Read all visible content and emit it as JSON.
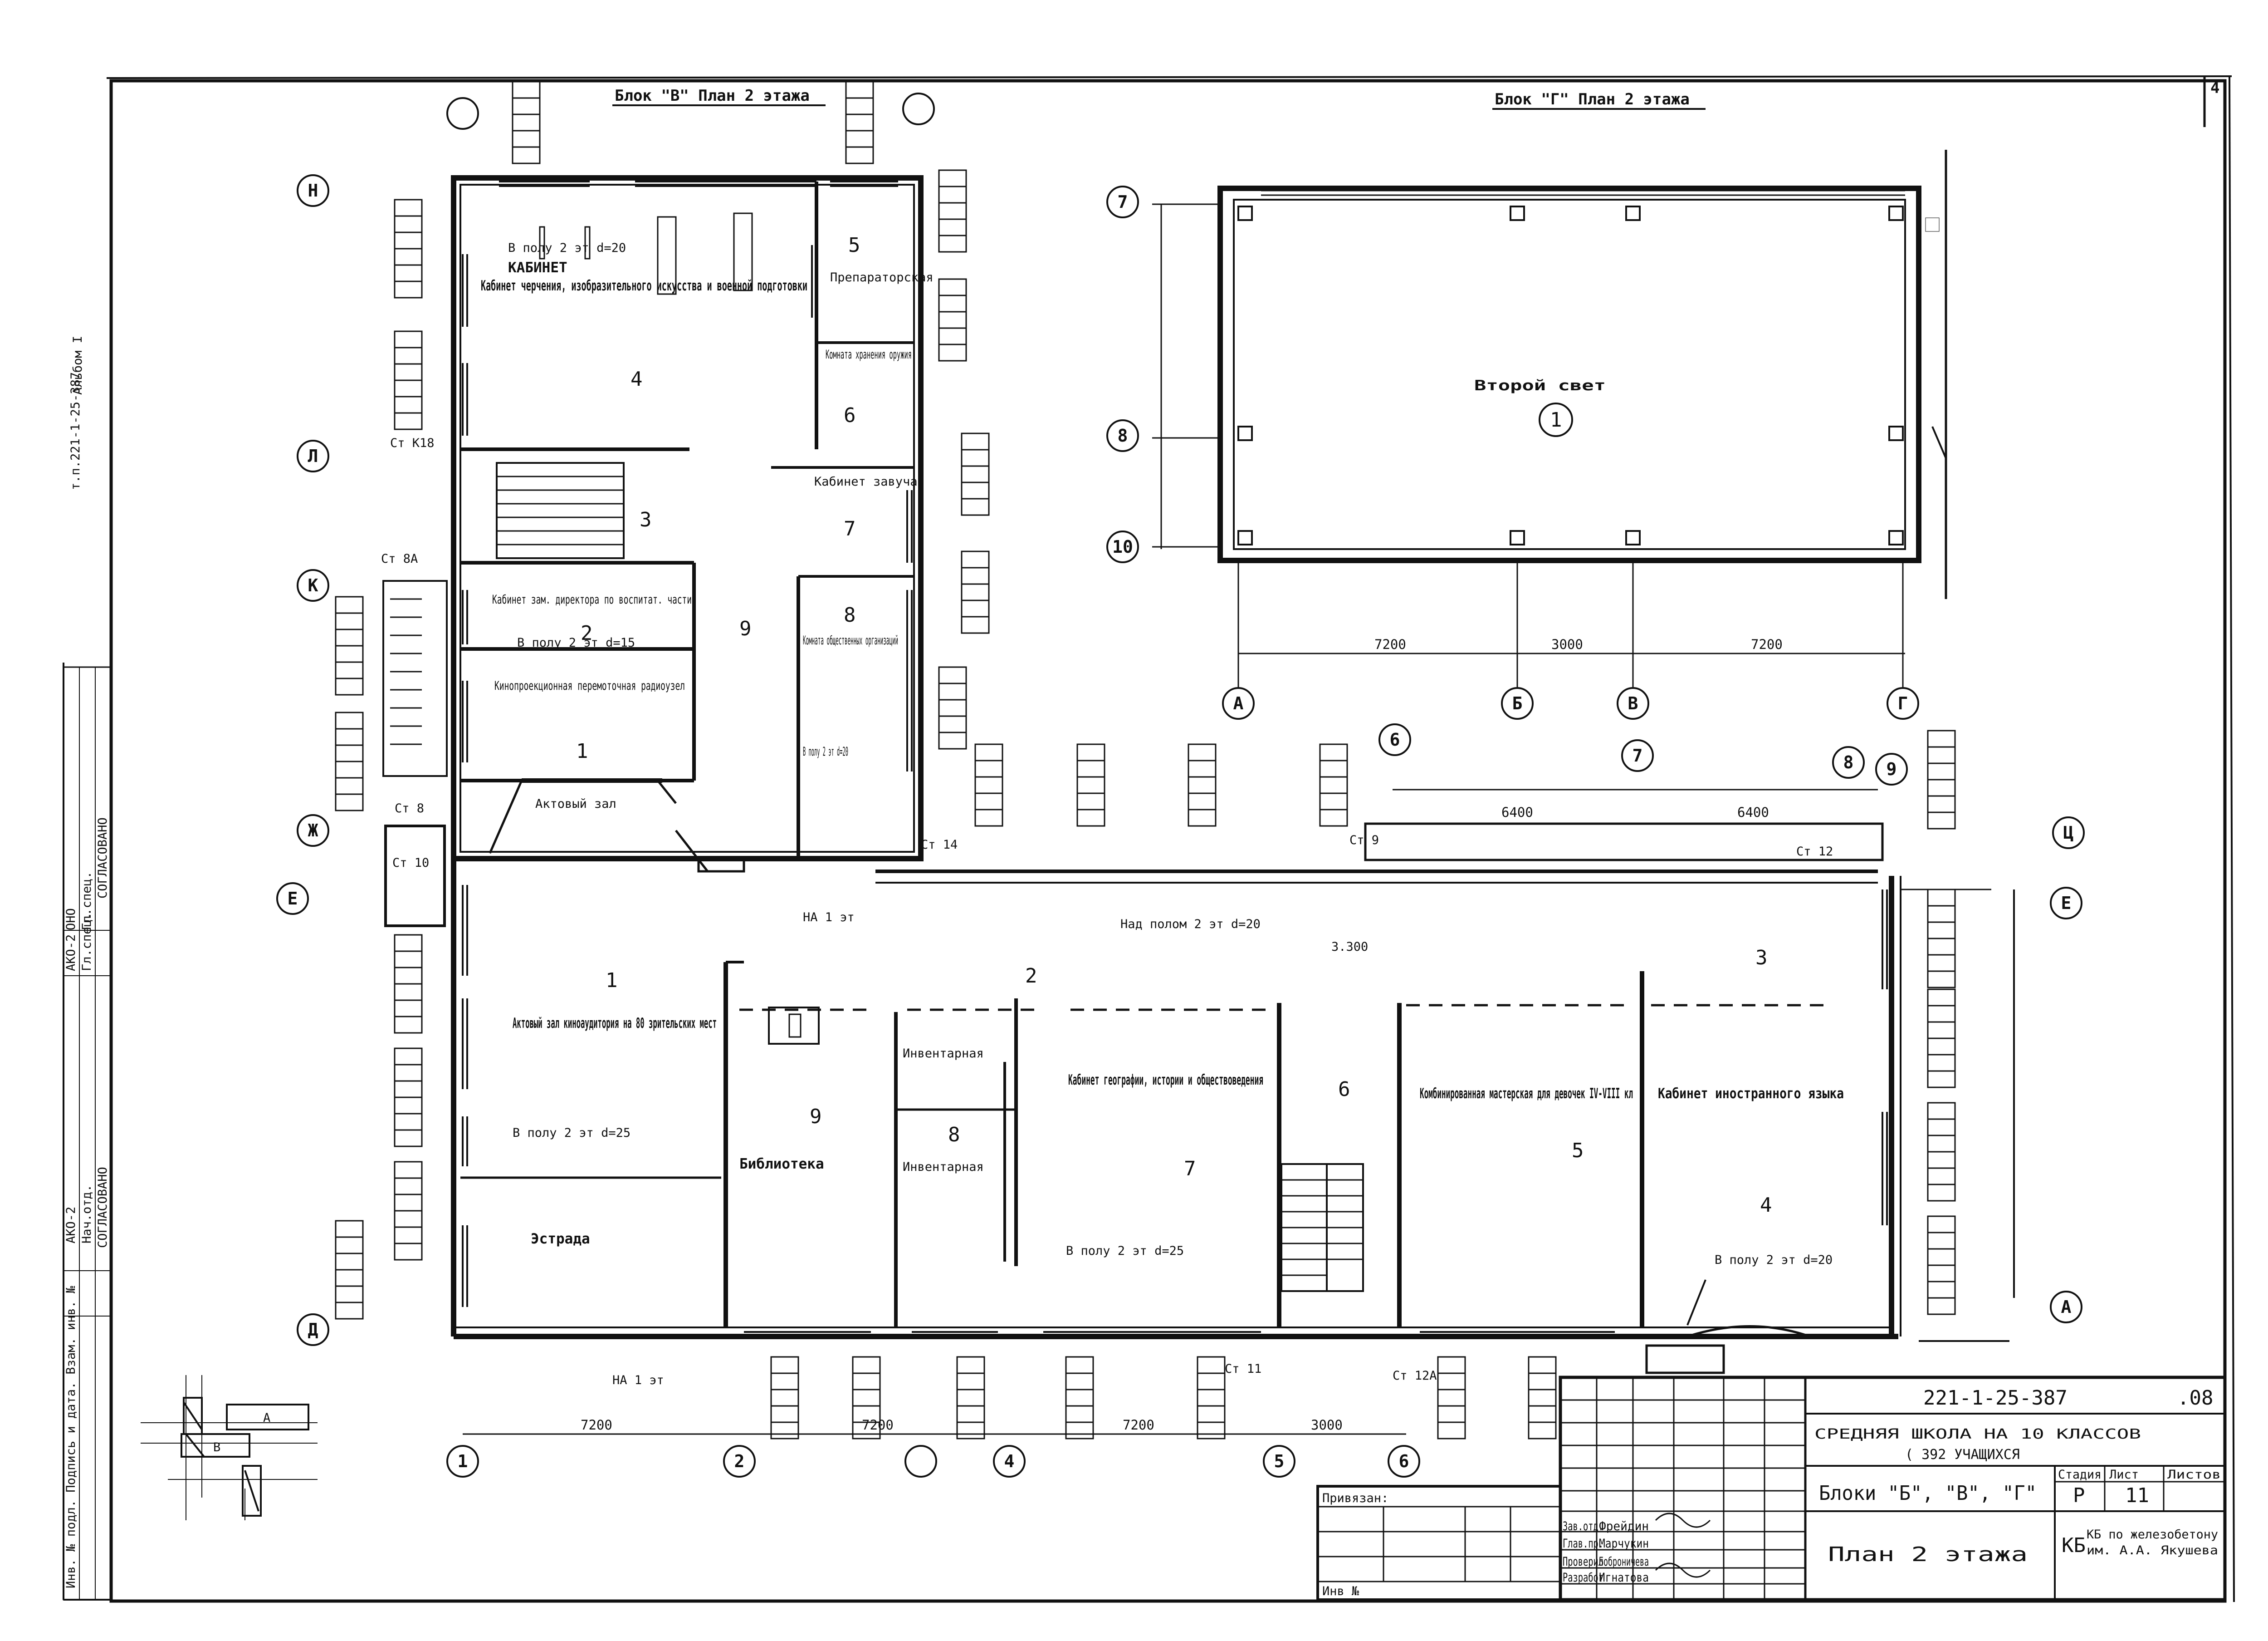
{
  "sheet": {
    "code": "221-1-25-387",
    "sheet_no": ".08",
    "corner_mark": "4",
    "side_code": "т.п.221-1-25-387",
    "side_sign": "Альбом I",
    "project_title_1": "СРЕДНЯЯ ШКОЛА НА 10 КЛАССОВ",
    "project_title_2": "( 392 УЧАЩИХСЯ",
    "blocks_title": "Блоки \"Б\", \"В\", \"Г\"",
    "plan_title": "План 2 этажа",
    "stage_header": "Стадия",
    "sheet_header": "Лист",
    "sheets_header": "Листов",
    "stage": "Р",
    "sheet_num": "11",
    "org_1": "КБ по железобетону",
    "org_2": "им. А.А. Якушева",
    "privyazan": "Привязан:",
    "inv": "Инв №",
    "signatures": [
      {
        "role": "Зав.отд.",
        "name": "Фрейдин"
      },
      {
        "role": "Глав.пр.",
        "name": "Марчукин"
      },
      {
        "role": "Проверил",
        "name": "Боброничева"
      },
      {
        "role": "Разработ",
        "name": "Игнатова"
      }
    ],
    "approval_1": "СОГЛАСОВАНО",
    "approval_2": "СОГЛАСОВАНО",
    "approval_rows": [
      "АКО-2",
      "АКО-2",
      "ОНО"
    ],
    "approval_roles": [
      "Нач.отд.",
      "Гл.спец.",
      "Гл.спец."
    ],
    "approval_col": "Инв. № подл. Подпись и дата. Взам. инв. №"
  },
  "block_b": {
    "title": "Блок \"В\" План 2 этажа",
    "rooms": [
      {
        "num": "4",
        "name": "Кабинет черчения, изобразительного искусства и военной подготовки"
      },
      {
        "num": "5",
        "name": "Препараторская"
      },
      {
        "num": "6",
        "name": "Комната хранения оружия"
      },
      {
        "num": "3",
        "name": ""
      },
      {
        "num": "7",
        "name": "Кабинет завуча"
      },
      {
        "num": "2",
        "name": "Кабинет зам. директора по воспитат. части"
      },
      {
        "num": "9",
        "name": ""
      },
      {
        "num": "8",
        "name": "Комната общественных организаций"
      },
      {
        "num": "1",
        "name": "Кинопроекционная перемоточная радиоузел"
      }
    ],
    "notes": [
      "В полу 2 эт d=20",
      "В полу 2 эт d=15",
      "В полу 2 эт d=20",
      "Актовый зал",
      "Ст К18",
      "Ст 8А",
      "Ст 8",
      "Ст 10",
      "Ст 14"
    ]
  },
  "block_g": {
    "title": "Блок \"Г\" План 2 этажа",
    "room": {
      "num": "1",
      "name": "Второй свет"
    },
    "dims": [
      "7200",
      "3000",
      "7200"
    ],
    "axes_bottom": [
      "А",
      "Б",
      "В",
      "Г"
    ],
    "axes_left": [
      "7",
      "8",
      "10"
    ]
  },
  "block_b_main": {
    "rooms": [
      {
        "num": "1",
        "name": "Актовый зал киноаудитория на 80 зрительских мест"
      },
      {
        "num": "",
        "name": "Эстрада"
      },
      {
        "num": "9",
        "name": "Библиотека"
      },
      {
        "num": "8",
        "name": "Инвентарная"
      },
      {
        "num": "",
        "name": "Инвентарная"
      },
      {
        "num": "7",
        "name": "Кабинет географии, истории и обществоведения"
      },
      {
        "num": "2",
        "name": ""
      },
      {
        "num": "6",
        "name": ""
      },
      {
        "num": "5",
        "name": "Комбинированная мастерская для девочек IV-VIII кл"
      },
      {
        "num": "4",
        "name": "Кабинет иностранного языка"
      },
      {
        "num": "3",
        "name": ""
      }
    ],
    "notes": [
      "В полу 2 эт d=25",
      "В полу 2 эт d=25",
      "В полу 2 эт d=20",
      "НА 1 эт",
      "НА 1 эт",
      "Над полом 2 эт d=20",
      "3.300",
      "Ст 9",
      "Ст 12",
      "Ст 11",
      "Ст 12А"
    ],
    "dims_top": [
      "6400",
      "6400"
    ],
    "dims_bottom": [
      "7200",
      "7200",
      "7200",
      "3000"
    ],
    "axes_bottom": [
      "1",
      "2",
      "4",
      "5",
      "6"
    ],
    "axes_top": [
      "6",
      "7",
      "8",
      "9"
    ],
    "axes_left": [
      "Н",
      "Л",
      "К",
      "Ж",
      "Е",
      "Д"
    ],
    "axes_right": [
      "Е",
      "А",
      "Ц"
    ]
  },
  "key_plan": {
    "block_a": "А",
    "block_b": "В"
  }
}
